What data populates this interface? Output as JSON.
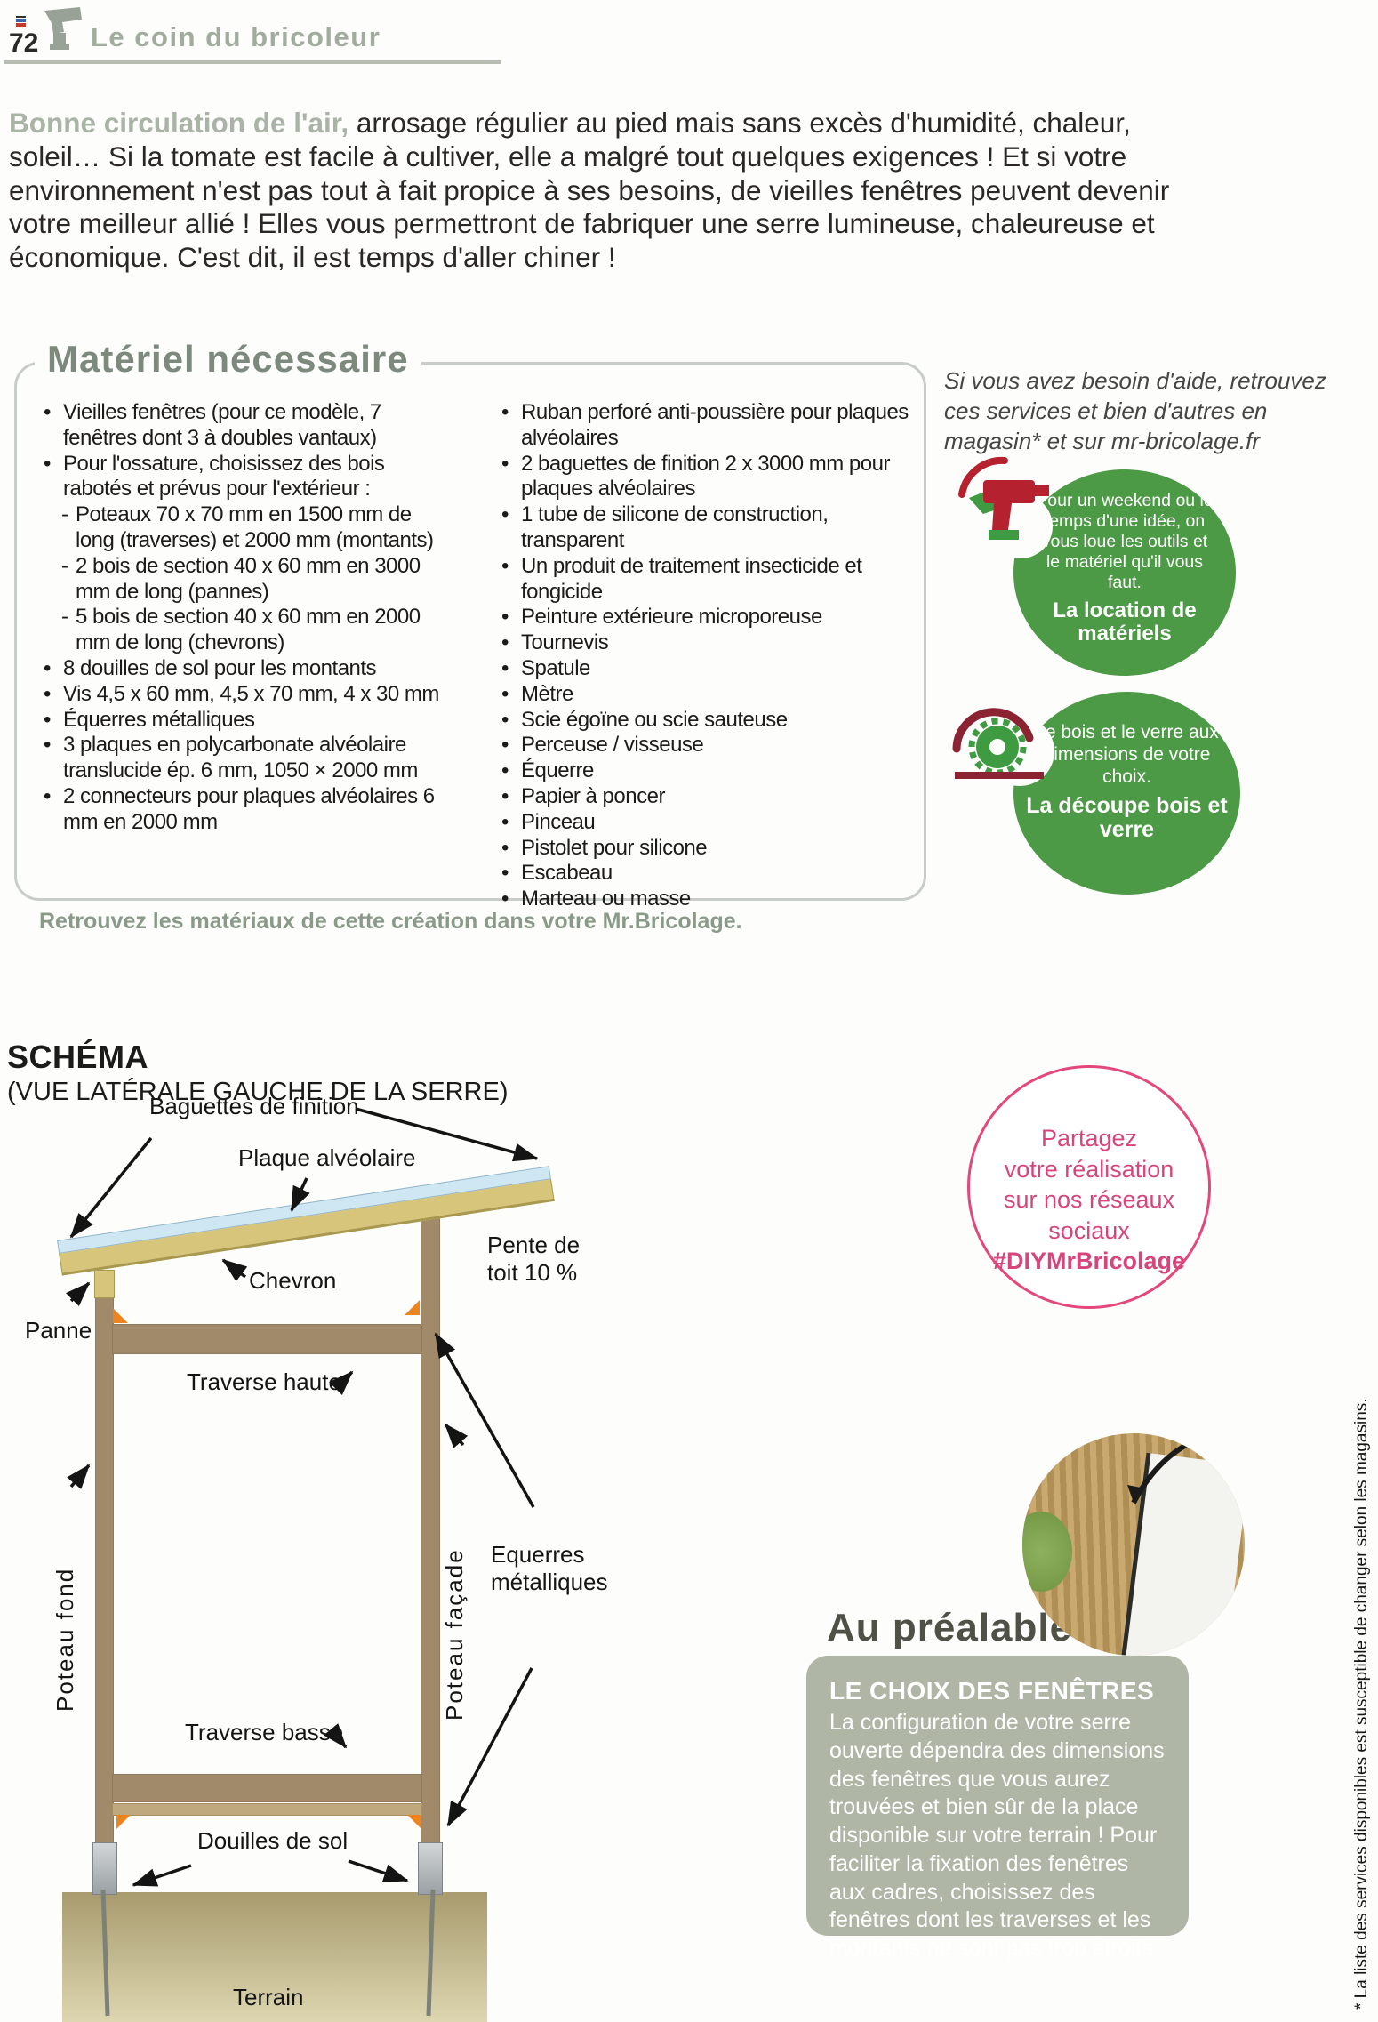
{
  "page": {
    "number": "72",
    "section": "Le coin du bricoleur"
  },
  "intro": {
    "lead": "Bonne circulation de l'air,",
    "body": " arrosage régulier au pied mais sans excès d'humidité, chaleur, soleil… Si la tomate est facile à cultiver, elle a malgré tout quelques exigences ! Et si votre environnement n'est pas tout à fait propice à ses besoins, de vieilles fenêtres peuvent devenir votre meilleur allié ! Elles vous permettront de fabriquer une serre lumineuse, chaleureuse et économique. C'est dit, il est temps d'aller chiner !"
  },
  "materials": {
    "title": "Matériel nécessaire",
    "left": [
      {
        "cls": "mitem li-b",
        "t": "Vieilles fenêtres (pour ce modèle, 7 fenêtres dont 3 à doubles vantaux)"
      },
      {
        "cls": "mitem li-b",
        "t": "Pour l'ossature, choisissez des bois rabotés et prévus pour l'extérieur :"
      },
      {
        "cls": "mitem li-d",
        "t": "Poteaux 70 x 70 mm en 1500 mm de long (traverses) et 2000 mm (montants)"
      },
      {
        "cls": "mitem li-d",
        "t": "2 bois de section 40 x 60 mm en 3000 mm de long (pannes)"
      },
      {
        "cls": "mitem li-d",
        "t": "5 bois de section 40 x 60 mm en 2000 mm de long (chevrons)"
      },
      {
        "cls": "mitem li-b",
        "t": "8 douilles de sol pour les montants"
      },
      {
        "cls": "mitem li-b",
        "t": "Vis 4,5 x 60 mm, 4,5 x 70 mm, 4 x 30 mm"
      },
      {
        "cls": "mitem li-b",
        "t": "Équerres métalliques"
      },
      {
        "cls": "mitem li-b",
        "t": "3 plaques en polycarbonate alvéolaire translucide ép. 6 mm, 1050 × 2000 mm"
      },
      {
        "cls": "mitem li-b",
        "t": "2 connecteurs pour plaques alvéolaires 6 mm en 2000 mm"
      }
    ],
    "right": [
      {
        "cls": "mitem li-b",
        "t": "Ruban perforé anti-poussière pour plaques alvéolaires"
      },
      {
        "cls": "mitem li-b",
        "t": "2 baguettes de finition 2 x 3000 mm pour plaques alvéolaires"
      },
      {
        "cls": "mitem li-b",
        "t": "1 tube de silicone de construction, transparent"
      },
      {
        "cls": "mitem li-b",
        "t": "Un produit de traitement insecticide et fongicide"
      },
      {
        "cls": "mitem li-b",
        "t": "Peinture extérieure microporeuse"
      },
      {
        "cls": "mitem li-b",
        "t": "Tournevis"
      },
      {
        "cls": "mitem li-b",
        "t": "Spatule"
      },
      {
        "cls": "mitem li-b",
        "t": "Mètre"
      },
      {
        "cls": "mitem li-b",
        "t": "Scie égoïne ou scie sauteuse"
      },
      {
        "cls": "mitem li-b",
        "t": "Perceuse / visseuse"
      },
      {
        "cls": "mitem li-b",
        "t": "Équerre"
      },
      {
        "cls": "mitem li-b",
        "t": "Papier à poncer"
      },
      {
        "cls": "mitem li-b",
        "t": "Pinceau"
      },
      {
        "cls": "mitem li-b",
        "t": "Pistolet pour silicone"
      },
      {
        "cls": "mitem li-b",
        "t": "Escabeau"
      },
      {
        "cls": "mitem li-b",
        "t": "Marteau ou masse"
      }
    ],
    "footer": "Retrouvez les matériaux de cette création dans votre Mr.Bricolage."
  },
  "services": {
    "note": "Si vous avez besoin d'aide, retrouvez ces services et bien d'autres en magasin* et sur mr-bricolage.fr",
    "badge1": {
      "body": "Pour un weekend ou le temps d'une idée, on vous loue les outils et le matériel qu'il vous faut.",
      "title": "La location de matériels"
    },
    "badge2": {
      "body": "Le bois et le verre aux dimensions de votre choix.",
      "title": "La découpe bois et verre"
    },
    "disclaimer": "* La liste des services disponibles est susceptible de changer selon les magasins."
  },
  "schema": {
    "title": "SCHÉMA",
    "subtitle": "(VUE LATÉRALE GAUCHE DE LA SERRE)",
    "labels": {
      "baguettes": "Baguettes de finition",
      "plaque": "Plaque alvéolaire",
      "pente": "Pente de toit 10 %",
      "chevron": "Chevron",
      "panne": "Panne",
      "traverse_haute": "Traverse haute",
      "poteau_fond": "Poteau fond",
      "poteau_facade": "Poteau façade",
      "equerres": "Equerres métalliques",
      "traverse_basse": "Traverse basse",
      "douilles": "Douilles de sol",
      "terrain": "Terrain"
    }
  },
  "social": {
    "lines": [
      "Partagez",
      "votre réalisation",
      "sur nos réseaux",
      "sociaux"
    ],
    "hashtag": "#DIYMrBricolage"
  },
  "prealable": {
    "title": "Au préalable",
    "heading": "LE CHOIX DES FENÊTRES",
    "body": "La configuration de votre serre ouverte dépendra des dimensions des fenêtres que vous aurez trouvées et bien sûr de la place disponible sur votre terrain ! Pour faciliter la fixation des fenêtres aux cadres, choisissez des fenêtres dont les traverses et les montants ne sont pas trop étroits."
  },
  "icons": {
    "header": "drill-icon",
    "badge1": "drill-icon",
    "badge2": "circular-saw-icon"
  },
  "colors": {
    "badge_green": "#4d9a46",
    "sage_box": "#afb6a5",
    "pink": "#e3477c",
    "accent_sage_text": "#a9b4a6",
    "wood": "#a18a69",
    "bracket_orange": "#ec8420",
    "tool_red": "#b5212e"
  }
}
